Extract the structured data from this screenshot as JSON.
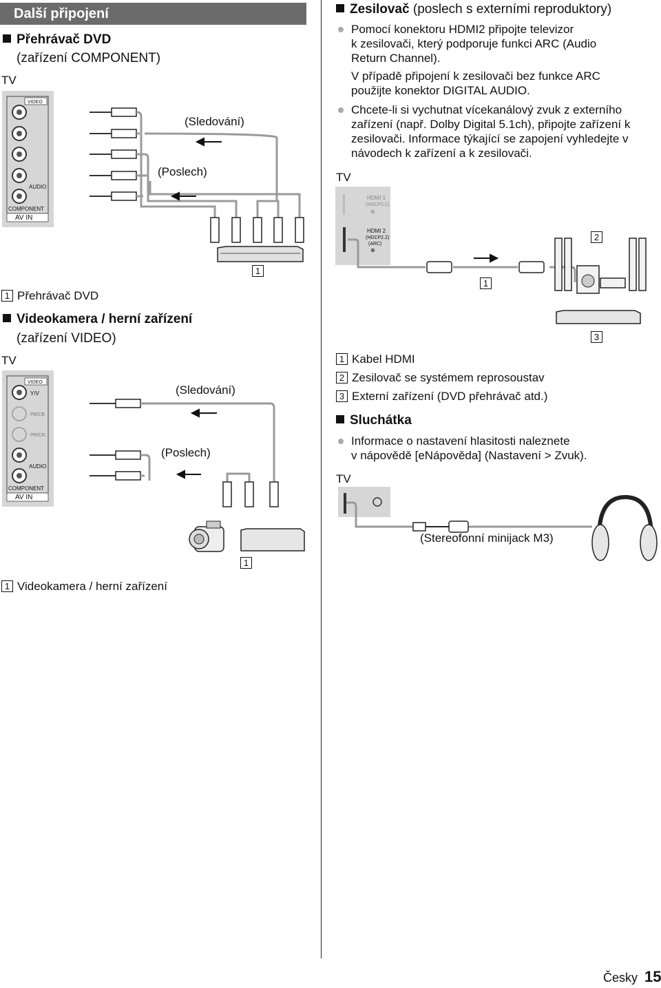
{
  "left": {
    "banner": "Další připojení",
    "dvd": {
      "heading": "Přehrávač DVD",
      "subheading": "(zařízení COMPONENT)",
      "tv": "TV",
      "panel": {
        "video_label": "VIDEO",
        "component": "COMPONENT",
        "av_in": "AV IN",
        "audio": "AUDIO"
      },
      "watch": "(Sledování)",
      "listen": "(Poslech)",
      "badge": "1",
      "caption_num": "1",
      "caption": "Přehrávač DVD"
    },
    "video": {
      "heading": "Videokamera / herní zařízení",
      "subheading": "(zařízení VIDEO)",
      "tv": "TV",
      "panel": {
        "video_label": "VIDEO",
        "yv": "Y/V",
        "pb": "PB/CB",
        "pr": "PR/CR",
        "audio": "AUDIO",
        "component": "COMPONENT",
        "av_in": "AV IN"
      },
      "watch": "(Sledování)",
      "listen": "(Poslech)",
      "badge": "1",
      "caption_num": "1",
      "caption": "Videokamera / herní zařízení"
    }
  },
  "right": {
    "amp": {
      "heading_bold": "Zesilovač",
      "heading_rest": "(poslech s externími reproduktory)",
      "b1_l1": "Pomocí konektoru HDMI2 připojte televizor",
      "b1_l2": "k zesilovači, který podporuje funkci ARC (Audio",
      "b1_l3": "Return Channel).",
      "b1b_l1": "V případě připojení k zesilovači bez funkce ARC",
      "b1b_l2": "použijte konektor DIGITAL AUDIO.",
      "b2_l1": "Chcete-li si vychutnat vícekanálový zvuk z externího",
      "b2_l2": "zařízení (např. Dolby Digital 5.1ch), připojte zařízení k",
      "b2_l3": "zesilovači. Informace týkající se zapojení vyhledejte v",
      "b2_l4": "návodech k zařízení a k zesilovači.",
      "tv": "TV",
      "hdmi1": "HDMI 1",
      "hdmi1_sub": "(HDCP2.2)",
      "hdmi2": "HDMI 2",
      "hdmi2_sub": "(HDCP2.2)",
      "hdmi2_arc": "(ARC)",
      "badge1": "1",
      "badge2": "2",
      "badge3": "3",
      "legend": [
        {
          "num": "1",
          "text": "Kabel HDMI"
        },
        {
          "num": "2",
          "text": "Zesilovač se systémem reprosoustav"
        },
        {
          "num": "3",
          "text": "Externí zařízení (DVD přehrávač atd.)"
        }
      ]
    },
    "headphones": {
      "heading": "Sluchátka",
      "b1_l1": "Informace o nastavení hlasitosti naleznete",
      "b1_l2": "v nápovědě [eNápověda] (Nastavení > Zvuk).",
      "tv": "TV",
      "jack": "(Stereofonní minijack M3)"
    }
  },
  "footer": {
    "lang": "Česky",
    "page": "15"
  }
}
